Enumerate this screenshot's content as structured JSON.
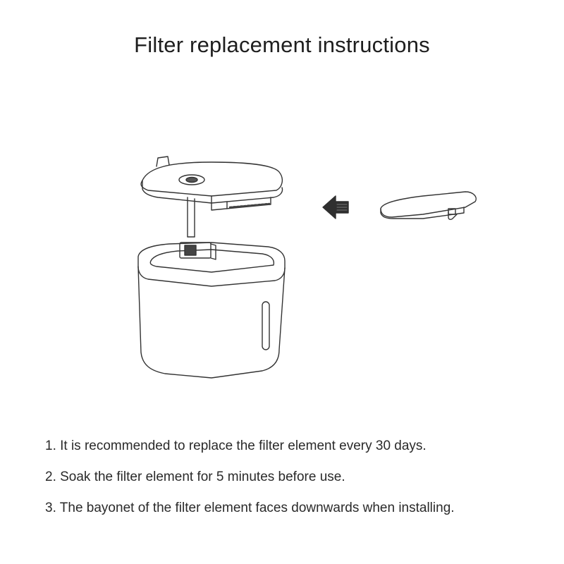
{
  "title": "Filter replacement instructions",
  "illustration": {
    "components": [
      "fountain-lid",
      "pump-stem",
      "filter-slot",
      "water-tank",
      "water-level-window",
      "insert-arrow",
      "filter-cartridge"
    ],
    "line_color": "#333333"
  },
  "steps": [
    "1. It is recommended to replace the filter element every 30 days.",
    "2. Soak the filter element for 5 minutes before use.",
    "3. The bayonet of the filter element faces downwards when installing."
  ]
}
